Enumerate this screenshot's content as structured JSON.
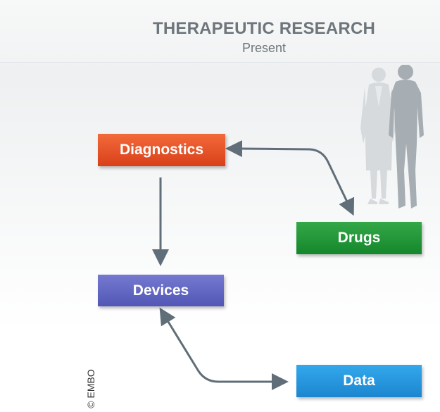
{
  "header": {
    "title": "THERAPEUTIC RESEARCH",
    "subtitle": "Present"
  },
  "nodes": {
    "diagnostics": {
      "label": "Diagnostics",
      "color": "#e4532a"
    },
    "drugs": {
      "label": "Drugs",
      "color": "#1f9438"
    },
    "devices": {
      "label": "Devices",
      "color": "#6266c4"
    },
    "data": {
      "label": "Data",
      "color": "#2496de"
    }
  },
  "arrow_color": "#5f6e78",
  "copyright": "© EMBO",
  "icons": [
    "doctor-silhouette-icon",
    "patient-silhouette-icon"
  ]
}
